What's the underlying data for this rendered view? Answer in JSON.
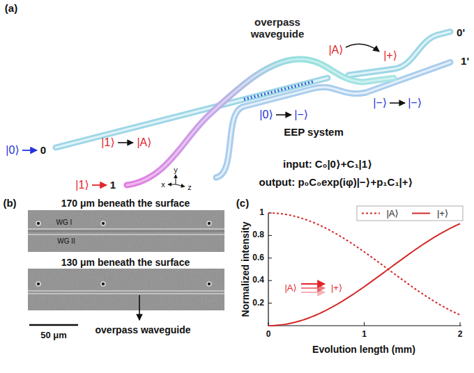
{
  "diagram": {
    "labels": [
      "(a)",
      "overpass waveguide",
      "0'",
      "1'",
      "|A⟩",
      "|+⟩",
      "|1⟩",
      "|A⟩",
      "|0⟩",
      "|−⟩",
      "|−⟩",
      "|−⟩",
      "EEP system",
      "|0⟩",
      "0",
      "|1⟩",
      "1",
      "x",
      "y",
      "z",
      "input: C₀|0⟩+C₁|1⟩",
      "output: p₀C₀exp(iφ)|−⟩+p₁C₁|+⟩",
      "(b)",
      "170 μm beneath the surface",
      "WG I",
      "WG II",
      "130 μm beneath the surface",
      "overpass waveguide",
      "50 μm",
      "(c)",
      "Normalized intensity",
      "Evolution length (mm)",
      "1",
      "0.8",
      "0.6",
      "0.4",
      "0.2",
      "0",
      "1",
      "2",
      "|A⟩",
      "|+⟩"
    ],
    "legend": [
      {
        "text": "|A⟩"
      },
      {
        "text": "|+⟩"
      }
    ]
  }
}
